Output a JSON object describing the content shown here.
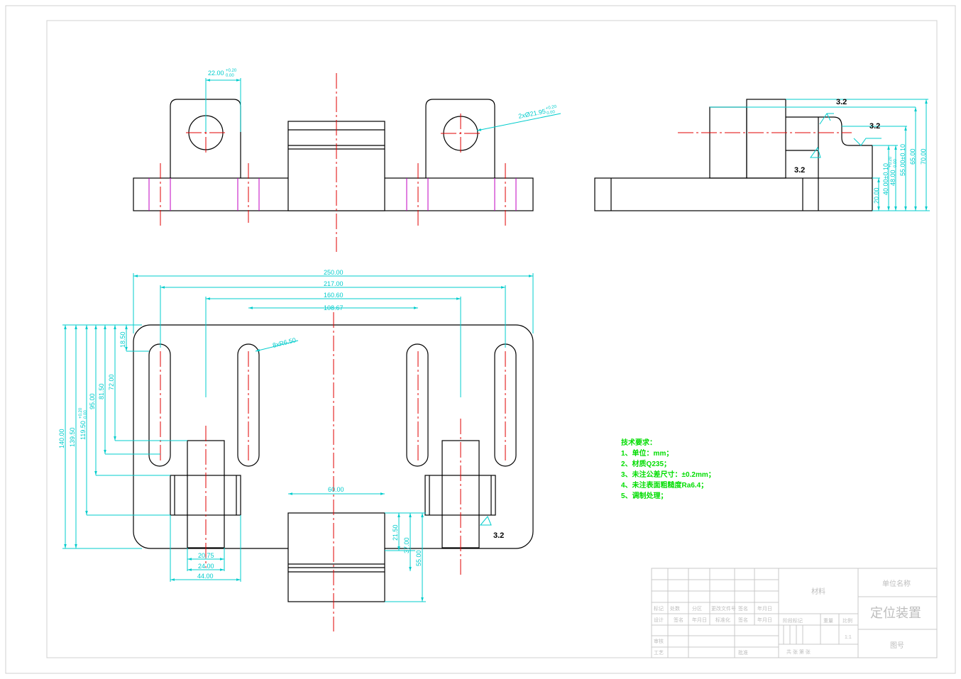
{
  "colors": {
    "outline": "#000000",
    "centerline": "#e00000",
    "dimension": "#00cccc",
    "hole_axis": "#c000c0",
    "notes": "#00dd00",
    "titleblock": "#c8c8c8",
    "titleblock_text": "#bdbdbd",
    "border": "#d0d0d0"
  },
  "front_view": {
    "dim_hole_pos": "22.00",
    "dim_hole_pos_tol_upper": "+0.20",
    "dim_hole_pos_tol_lower": "0.00",
    "dim_hole_dia": "2xØ21.95",
    "dim_hole_dia_tol_upper": "+0.20",
    "dim_hole_dia_tol_lower": "0.00"
  },
  "side_view": {
    "roughness_1": "3.2",
    "roughness_2": "3.2",
    "roughness_3": "3.2",
    "dim_20": "20.00",
    "dim_40": "40.00±0.10",
    "dim_48": "48.00",
    "dim_48_tol_upper": "+0.20",
    "dim_48_tol_lower": "0.00",
    "dim_55": "55.00±0.10",
    "dim_65": "65.00",
    "dim_70": "70.00"
  },
  "plan_view": {
    "dim_250": "250.00",
    "dim_217": "217.00",
    "dim_160": "160.60",
    "dim_108": "108.67",
    "dim_slot_radius": "8xR6.50",
    "dim_18": "18.50",
    "dim_72": "72.00",
    "dim_81": "81.50",
    "dim_95": "95.00",
    "dim_119": "119.50",
    "dim_119_tol_upper": "+0.20",
    "dim_119_tol_lower": "0.00",
    "dim_139": "139.50",
    "dim_140": "140.00",
    "dim_60": "60.00",
    "dim_21": "21.50",
    "dim_37": "37.00",
    "dim_55": "55.00",
    "dim_20": "20.75",
    "dim_24": "24.00",
    "dim_44": "44.00",
    "roughness": "3.2"
  },
  "notes": {
    "title": "技术要求：",
    "items": [
      "1、单位：mm；",
      "2、材质Q235；",
      "3、未注公差尺寸：±0.2mm；",
      "4、未注表面粗糙度Ra6.4；",
      "5、调制处理；"
    ]
  },
  "title_block": {
    "material": "材料",
    "company": "单位名称",
    "drawing_name": "定位装置",
    "drawing_no": "图号",
    "scale": "1:1",
    "row_labels_1": [
      "标记",
      "处数",
      "分区",
      "更改文件号",
      "签名",
      "年月日"
    ],
    "row_labels_2": [
      "设计",
      "签名",
      "年月日",
      "标准化",
      "签名",
      "年月日"
    ],
    "stage_labels": [
      "阶段标记",
      "重量",
      "比例"
    ],
    "review": "审核",
    "process": "工艺",
    "approve": "批准",
    "sheets": "共  张  第  张"
  }
}
